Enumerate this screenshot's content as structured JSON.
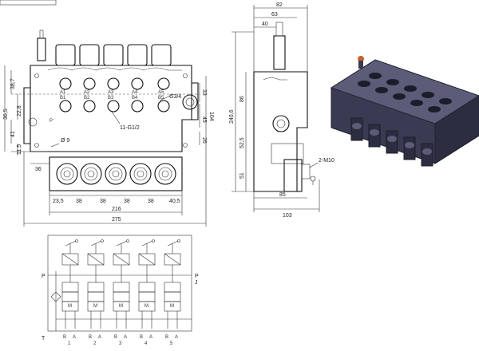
{
  "front_view": {
    "dims": {
      "d36_5": "36,5",
      "d38_7": "38,7",
      "d22_8": "22,8",
      "d41": "41",
      "d11_5": "11,5",
      "d36": "36",
      "d23_5": "23,5",
      "d38a": "38",
      "d38b": "38",
      "d38c": "38",
      "d38d": "38",
      "d40_5": "40,5",
      "d216": "216",
      "d275": "275",
      "d104": "104",
      "d45": "45",
      "d26": "26",
      "d33": "33",
      "hole": "Ø 9"
    },
    "port_labels": {
      "g34": "G3/4",
      "g12": "11-G1/2",
      "p": "P",
      "a": [
        "A1",
        "A2",
        "A3",
        "A4",
        "A5"
      ],
      "b": [
        "B1",
        "B2",
        "B3",
        "B4",
        "B5"
      ]
    }
  },
  "side_view": {
    "dims": {
      "d82": "82",
      "d63": "63",
      "d40": "40",
      "d86": "86",
      "d240_6": "240,6",
      "d52_5": "52,5",
      "d51": "51",
      "d85": "85",
      "d103": "103",
      "m10": "2-M10"
    }
  },
  "schematic": {
    "p_left": "P",
    "p_right": "P",
    "j": "J",
    "t": "T",
    "sections": [
      {
        "b": "B",
        "a": "A",
        "n": "1"
      },
      {
        "b": "B",
        "a": "A",
        "n": "2"
      },
      {
        "b": "B",
        "a": "A",
        "n": "3"
      },
      {
        "b": "B",
        "a": "A",
        "n": "4"
      },
      {
        "b": "B",
        "a": "A",
        "n": "5"
      }
    ],
    "spool_mark": "M"
  },
  "colors": {
    "line": "#111111",
    "iso_body": "#3a3b52",
    "iso_edge": "#1c1d2b",
    "iso_hi": "#5a5c78",
    "tag_orange": "#c9602a"
  }
}
